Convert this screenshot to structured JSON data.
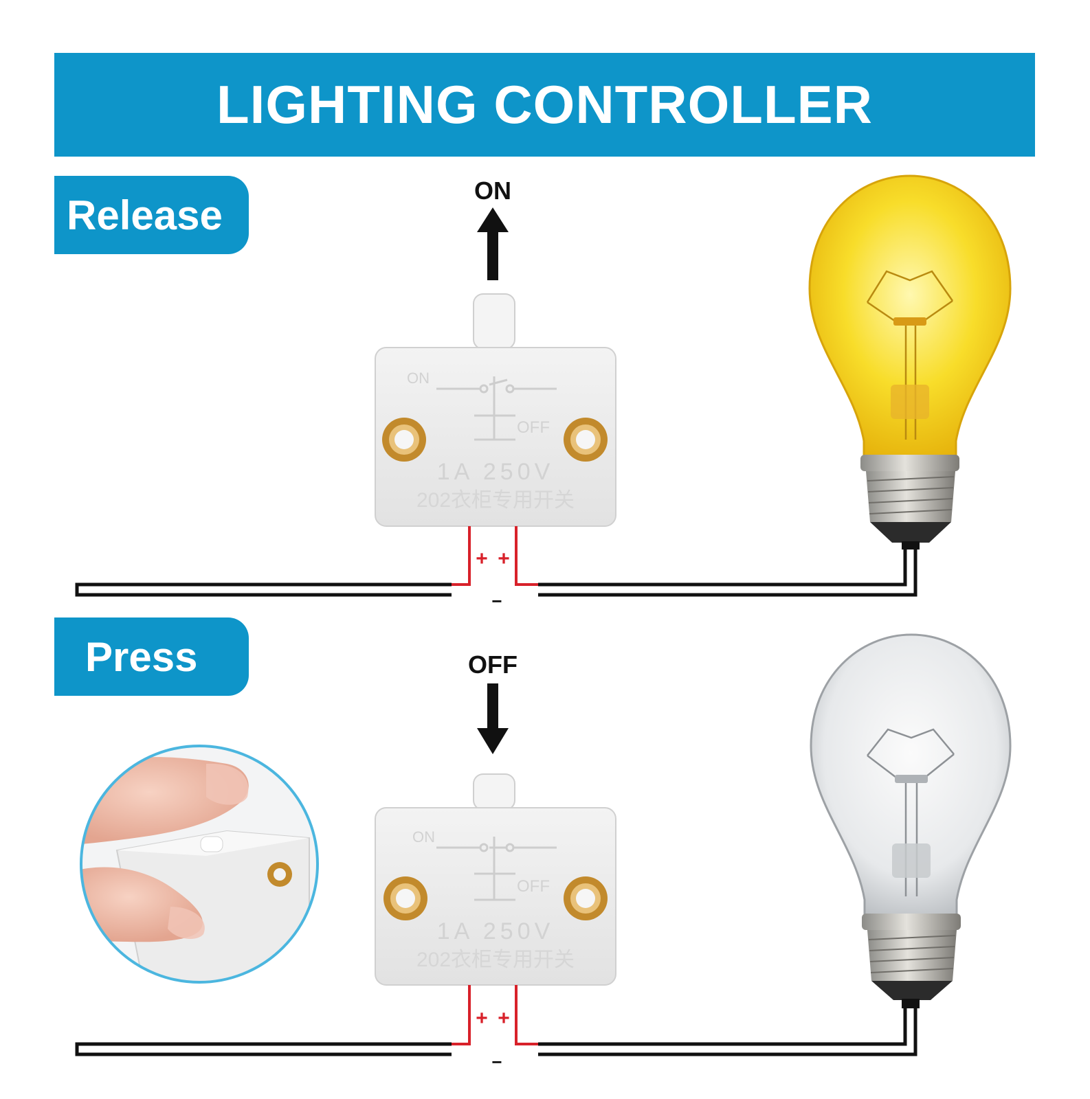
{
  "header": {
    "title": "LIGHTING CONTROLLER"
  },
  "panels": [
    {
      "state_label": "Release",
      "arrow_label": "ON",
      "arrow_direction": "up",
      "bulb": "lit",
      "switch": {
        "label_on": "ON",
        "label_off": "OFF",
        "rating": "1A 250V",
        "model": "202衣柜专用开关"
      },
      "terminals": {
        "plus_a": "+",
        "plus_b": "+",
        "minus": "−"
      }
    },
    {
      "state_label": "Press",
      "arrow_label": "OFF",
      "arrow_direction": "down",
      "bulb": "unlit",
      "switch": {
        "label_on": "ON",
        "label_off": "OFF",
        "rating": "1A 250V",
        "model": "202衣柜专用开关"
      },
      "terminals": {
        "plus_a": "+",
        "plus_b": "+",
        "minus": "−"
      }
    }
  ],
  "colors": {
    "accent": "#0e95c9",
    "wire": "#111111",
    "terminal_wire": "#d8212a",
    "bulb_lit": "#f6d21a",
    "bulb_unlit": "#d9dcdf",
    "switch_body": "#eeeeee",
    "rivet": "#c28a2c"
  }
}
